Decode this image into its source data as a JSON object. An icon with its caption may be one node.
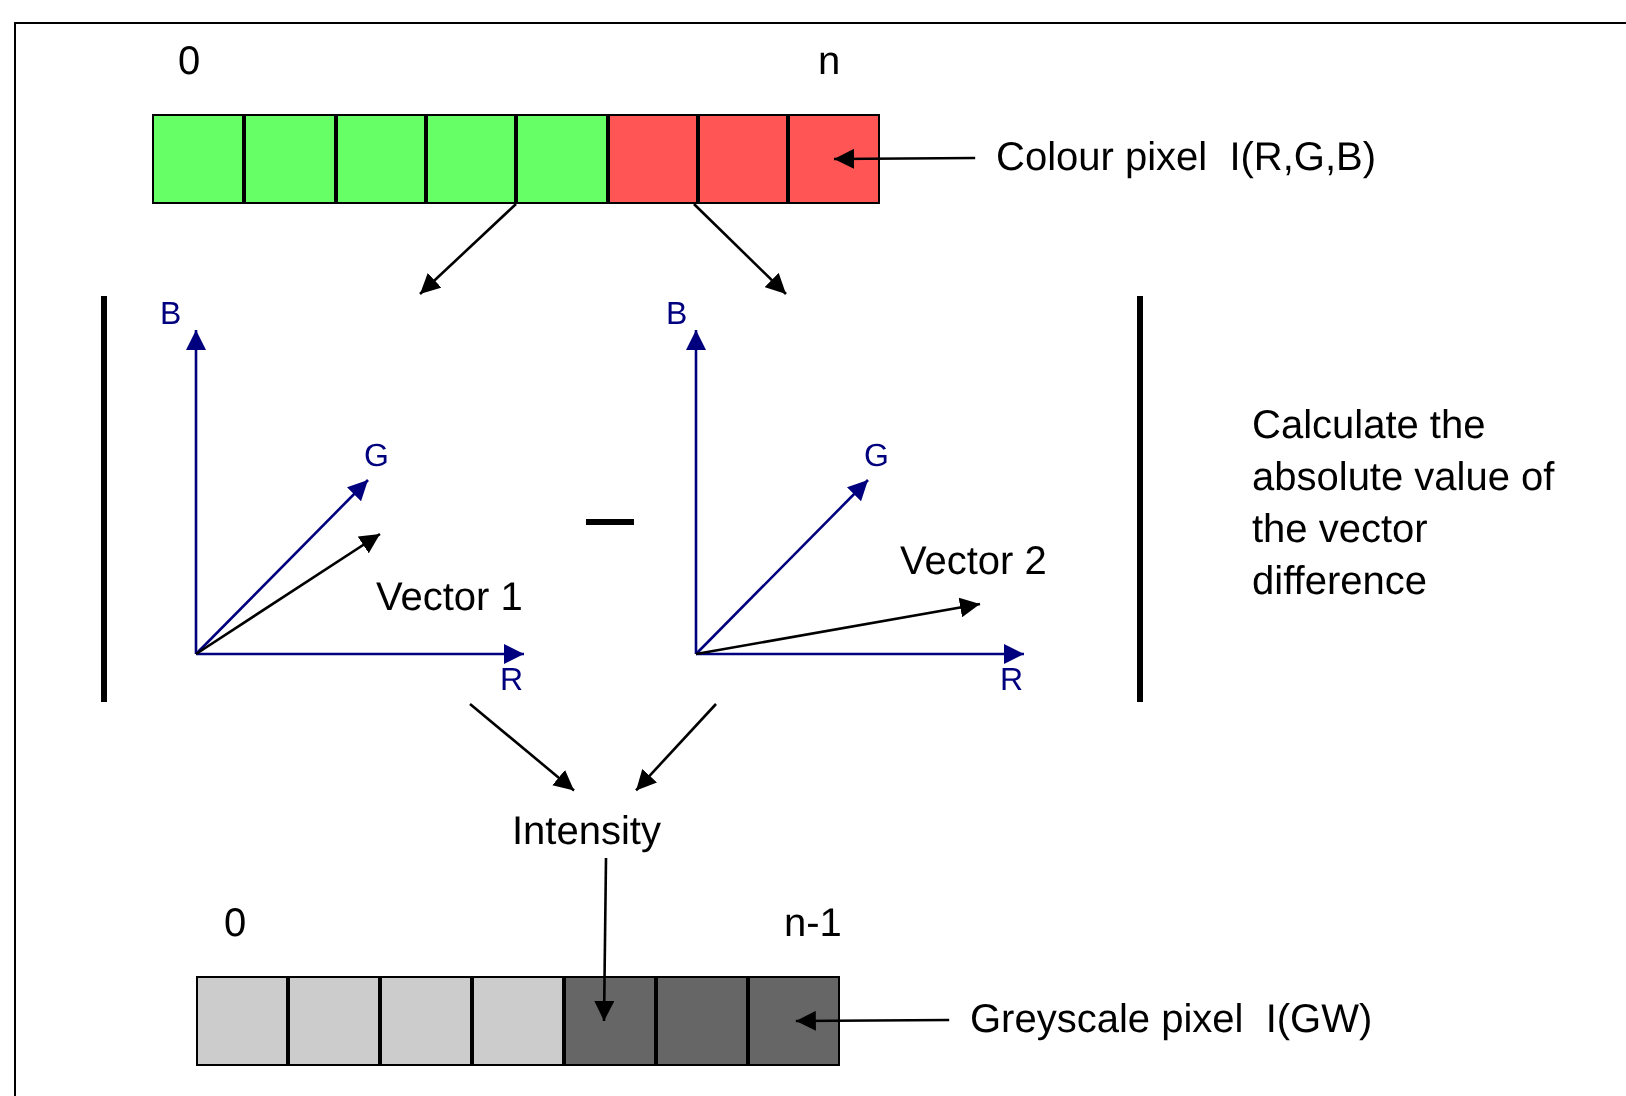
{
  "diagram": {
    "nodes": [
      {
        "text": [],
        "shape": "box"
      },
      {
        "text": [],
        "shape": "box"
      },
      {
        "text": [],
        "shape": "box"
      },
      {
        "text": [],
        "shape": "box"
      },
      {
        "text": [],
        "shape": "box"
      },
      {
        "text": [],
        "shape": "box"
      },
      {
        "text": [],
        "shape": "box"
      },
      {
        "text": [],
        "shape": "box"
      },
      {
        "text": [
          "Colour pixel  I(R,G,B)"
        ]
      },
      {
        "text": [
          "B",
          "G",
          "R",
          "Vector 1"
        ]
      },
      {
        "text": [
          "B",
          "G",
          "R",
          "Vector 2"
        ]
      },
      {
        "text": [
          "Intensity"
        ]
      },
      {
        "text": [],
        "shape": "box"
      },
      {
        "text": [],
        "shape": "box"
      },
      {
        "text": [],
        "shape": "box"
      },
      {
        "text": [],
        "shape": "box"
      },
      {
        "text": [],
        "shape": "box"
      },
      {
        "text": [],
        "shape": "box"
      },
      {
        "text": [],
        "shape": "box"
      },
      {
        "text": [
          "Greyscale pixel  I(GW)"
        ]
      }
    ],
    "edges": [
      {
        "from": 4,
        "to": 9,
        "arrow": "to"
      },
      {
        "from": 5,
        "to": 10,
        "arrow": "to"
      },
      {
        "from": 8,
        "to": 7,
        "arrow": "to"
      },
      {
        "from": 9,
        "to": 11,
        "arrow": "to"
      },
      {
        "from": 10,
        "to": 11,
        "arrow": "to"
      },
      {
        "from": 11,
        "to": 16,
        "arrow": "to"
      },
      {
        "from": 19,
        "to": 18,
        "arrow": "to"
      }
    ],
    "labels": [
      "0",
      "n",
      "Calculate the absolute value of the vector difference",
      "0",
      "n-1"
    ]
  }
}
